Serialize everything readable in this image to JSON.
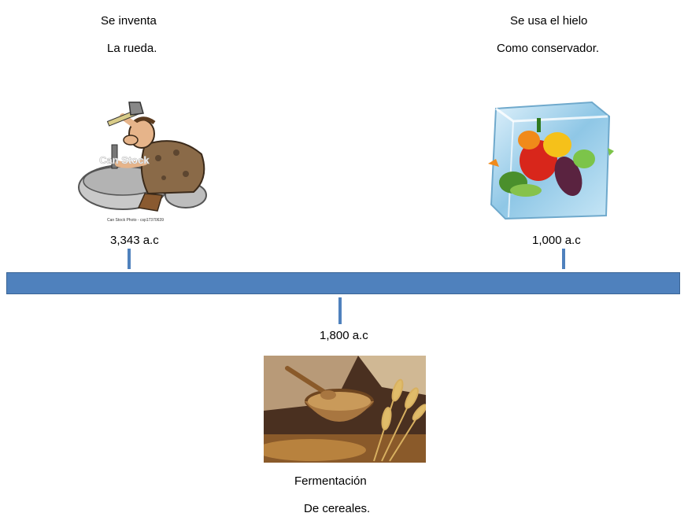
{
  "events": [
    {
      "lines": [
        "Se inventa",
        "La rueda."
      ],
      "date": "3,343 a.c",
      "image_icon": "caveman-carving-wheel-icon",
      "watermark": "Can Stock Photo - csp17370639"
    },
    {
      "lines": [
        "Se usa el hielo",
        "Como conservador."
      ],
      "date": "1,000 a.c",
      "image_icon": "vegetables-in-ice-cube-icon"
    },
    {
      "lines": [
        "Fermentación",
        "De cereales."
      ],
      "date": "1,800 a.c",
      "image_icon": "wheat-grain-bowl-icon"
    }
  ],
  "colors": {
    "timeline": "#4f81bd",
    "timeline_border": "#3a6596"
  }
}
